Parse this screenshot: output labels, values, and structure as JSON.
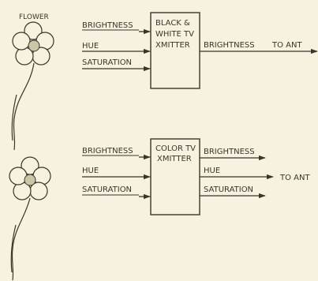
{
  "flower_label": "FLOWER",
  "top": {
    "inputs": [
      "BRIGHTNESS",
      "HUE",
      "SATURATION"
    ],
    "box_lines": [
      "BLACK &",
      "WHITE TV",
      "XMITTER"
    ],
    "output": "BRIGHTNESS",
    "destination": "TO ANT"
  },
  "bottom": {
    "inputs": [
      "BRIGHTNESS",
      "HUE",
      "SATURATION"
    ],
    "box_lines": [
      "COLOR TV",
      "XMITTER"
    ],
    "outputs": [
      "BRIGHTNESS",
      "HUE",
      "SATURATION"
    ],
    "destination": "TO ANT"
  }
}
